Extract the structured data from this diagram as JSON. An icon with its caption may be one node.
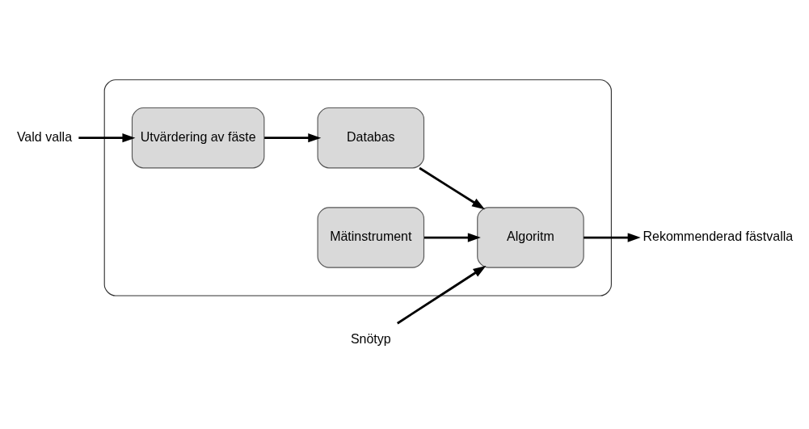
{
  "diagram": {
    "nodes": [
      {
        "text": [
          "Vald valla"
        ]
      },
      {
        "text": [],
        "shape": "box"
      },
      {
        "text": [
          "Databas"
        ],
        "in": 1
      },
      {
        "text": [
          "Utvärdering av fäste"
        ],
        "in": 1
      },
      {
        "text": [
          "Snötyp"
        ]
      },
      {
        "text": [
          "Algoritm"
        ],
        "in": 1
      },
      {
        "text": [
          "Rekommenderad fästvalla"
        ]
      },
      {
        "text": [
          "Mätinstrument"
        ],
        "in": 1
      }
    ],
    "edges": [
      {
        "from": 0,
        "to": 3,
        "arrow": "to"
      },
      {
        "from": 3,
        "to": 2,
        "arrow": "to"
      },
      {
        "from": 2,
        "to": 5,
        "arrow": "to"
      },
      {
        "from": 4,
        "to": 5,
        "arrow": "to"
      },
      {
        "from": 5,
        "to": 6,
        "arrow": "to"
      },
      {
        "from": 7,
        "to": 5,
        "arrow": "to"
      }
    ]
  }
}
